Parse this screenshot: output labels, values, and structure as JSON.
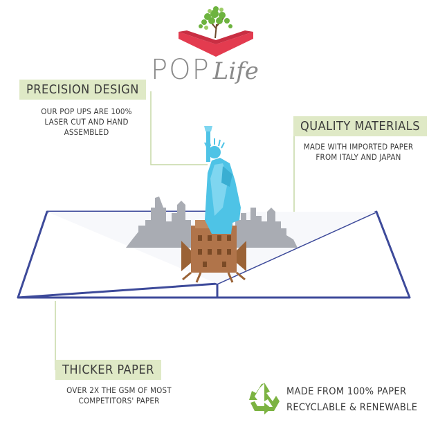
{
  "brand": {
    "pop": "POP",
    "life": "Life"
  },
  "features": {
    "precision": {
      "title": "PRECISION DESIGN",
      "lines": [
        "OUR POP UPS ARE 100%",
        "LASER CUT AND HAND",
        "ASSEMBLED"
      ]
    },
    "quality": {
      "title": "QUALITY MATERIALS",
      "lines": [
        "MADE WITH IMPORTED PAPER",
        "FROM ITALY AND JAPAN"
      ]
    },
    "thicker": {
      "title": "THICKER PAPER",
      "lines": [
        "OVER 2X THE GSM OF MOST",
        "COMPETITORS' PAPER"
      ]
    }
  },
  "recycle": {
    "lines": [
      "MADE FROM 100% PAPER",
      "RECYCLABLE & RENEWABLE"
    ]
  },
  "icons": {
    "logo": "tree-book-icon",
    "recycle": "recycle-icon"
  },
  "colors": {
    "label_bg": "#dfe9c6",
    "logo_red": "#e33b4f",
    "card_border": "#3d4a9a",
    "skyline": "#a9acb3",
    "statue": "#4ec3e6",
    "base": "#b0744a",
    "leaf_green": "#7cb342"
  }
}
